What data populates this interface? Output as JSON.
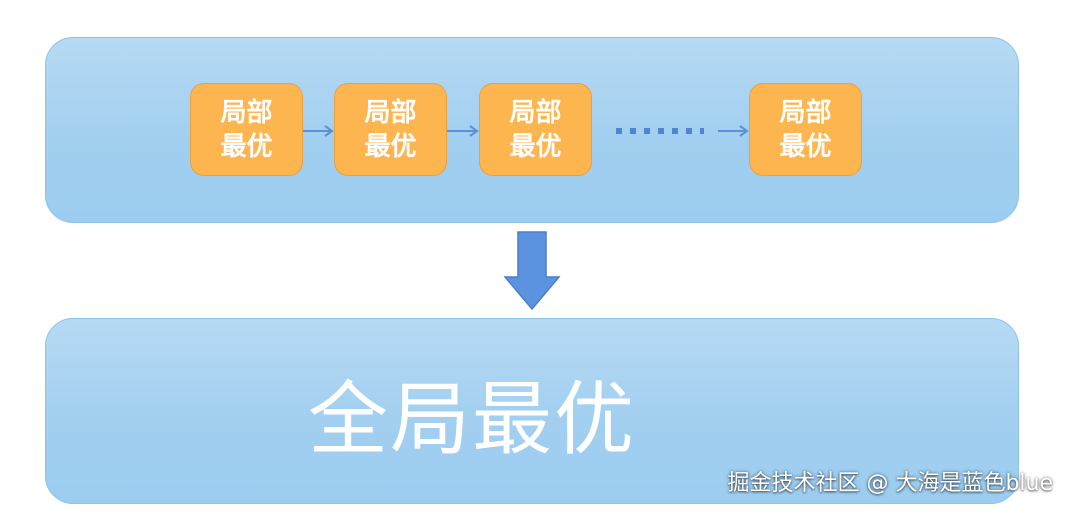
{
  "colors": {
    "panel_fill": "#a6d2f1",
    "step_fill": "#fdb54f",
    "connector": "#5b8fd8",
    "down_arrow": "#5b93e0",
    "title_text": "#ffffff"
  },
  "steps": [
    {
      "label": "局部最优"
    },
    {
      "label": "局部最优"
    },
    {
      "label": "局部最优"
    },
    {
      "label": "局部最优"
    }
  ],
  "ellipsis_icon": "dotted-line",
  "down_arrow_icon": "arrow-down-icon",
  "result": {
    "label": "全局最优"
  },
  "watermark": "掘金技术社区 @ 大海是蓝色blue"
}
